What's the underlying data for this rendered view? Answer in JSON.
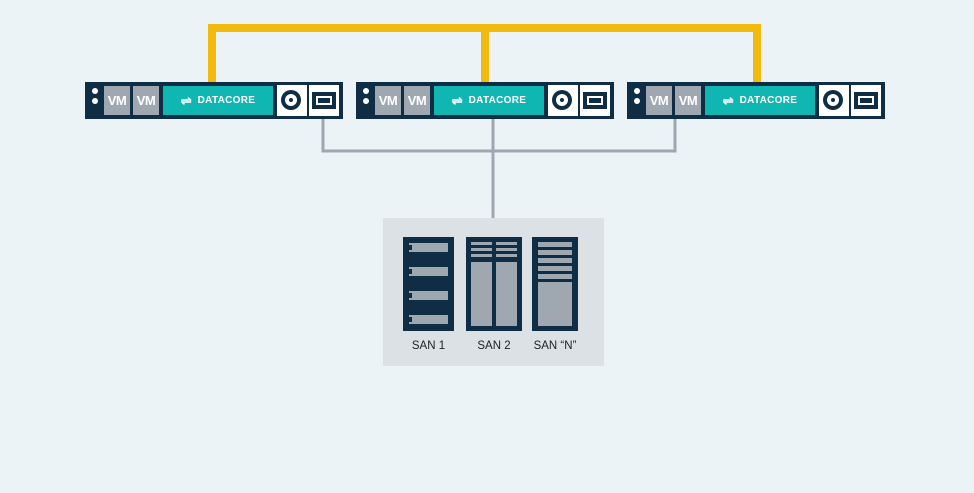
{
  "servers": [
    {
      "vm_labels": [
        "VM",
        "VM"
      ],
      "brand": "DATACORE",
      "brand_icon": "swap-arrows-icon",
      "bay_icons": [
        "disc-icon",
        "chip-icon"
      ]
    },
    {
      "vm_labels": [
        "VM",
        "VM"
      ],
      "brand": "DATACORE",
      "brand_icon": "swap-arrows-icon",
      "bay_icons": [
        "disc-icon",
        "chip-icon"
      ]
    },
    {
      "vm_labels": [
        "VM",
        "VM"
      ],
      "brand": "DATACORE",
      "brand_icon": "swap-arrows-icon",
      "bay_icons": [
        "disc-icon",
        "chip-icon"
      ]
    }
  ],
  "storage": {
    "arrays": [
      {
        "label": "SAN 1"
      },
      {
        "label": "SAN 2"
      },
      {
        "label": "SAN “N”"
      }
    ]
  },
  "colors": {
    "background": "#ecf3f7",
    "server_body": "#0f2e45",
    "datacore_teal": "#10b7b2",
    "vm_gray": "#9fa7b0",
    "mirror_link_yellow": "#f2b90f",
    "san_link_gray": "#9fa7b0",
    "storage_panel": "#dce1e5"
  },
  "links": {
    "mirror": "synchronous-mirror-yellow",
    "storage": "san-connection-gray"
  }
}
